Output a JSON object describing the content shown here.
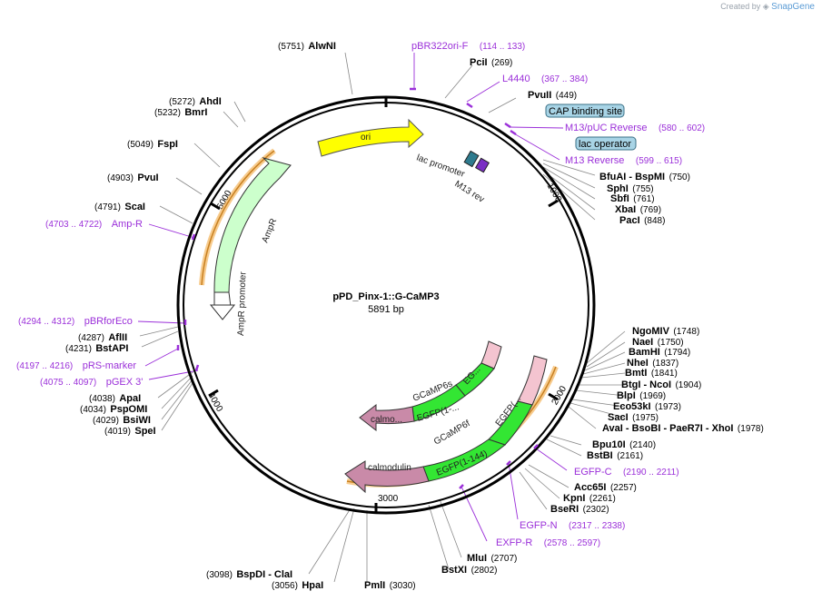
{
  "branding": {
    "created_by": "Created by",
    "app": "SnapGene"
  },
  "plasmid": {
    "name": "pPD_Pinx-1::G-CaMP3",
    "length_label": "5891 bp"
  },
  "ticks": [
    "1000",
    "2000",
    "3000",
    "4000",
    "5000"
  ],
  "enzymes": [
    {
      "name": "AlwNI",
      "pos": "(5751)"
    },
    {
      "name": "PciI",
      "pos": "(269)"
    },
    {
      "name": "PvuII",
      "pos": "(449)"
    },
    {
      "name": "BfuAI - BspMI",
      "pos": "(750)"
    },
    {
      "name": "SphI",
      "pos": "(755)"
    },
    {
      "name": "SbfI",
      "pos": "(761)"
    },
    {
      "name": "XbaI",
      "pos": "(769)"
    },
    {
      "name": "PacI",
      "pos": "(848)"
    },
    {
      "name": "NgoMIV",
      "pos": "(1748)"
    },
    {
      "name": "NaeI",
      "pos": "(1750)"
    },
    {
      "name": "BamHI",
      "pos": "(1794)"
    },
    {
      "name": "NheI",
      "pos": "(1837)"
    },
    {
      "name": "BmtI",
      "pos": "(1841)"
    },
    {
      "name": "BtgI - NcoI",
      "pos": "(1904)"
    },
    {
      "name": "BlpI",
      "pos": "(1969)"
    },
    {
      "name": "Eco53kI",
      "pos": "(1973)"
    },
    {
      "name": "SacI",
      "pos": "(1975)"
    },
    {
      "name": "AvaI - BsoBI - PaeR7I - XhoI",
      "pos": "(1978)"
    },
    {
      "name": "Bpu10I",
      "pos": "(2140)"
    },
    {
      "name": "BstBI",
      "pos": "(2161)"
    },
    {
      "name": "Acc65I",
      "pos": "(2257)"
    },
    {
      "name": "KpnI",
      "pos": "(2261)"
    },
    {
      "name": "BseRI",
      "pos": "(2302)"
    },
    {
      "name": "MluI",
      "pos": "(2707)"
    },
    {
      "name": "BstXI",
      "pos": "(2802)"
    },
    {
      "name": "PmlI",
      "pos": "(3030)"
    },
    {
      "name": "HpaI",
      "pos": "(3056)"
    },
    {
      "name": "BspDI - ClaI",
      "pos": "(3098)"
    },
    {
      "name": "SpeI",
      "pos": "(4019)"
    },
    {
      "name": "BsiWI",
      "pos": "(4029)"
    },
    {
      "name": "PspOMI",
      "pos": "(4034)"
    },
    {
      "name": "ApaI",
      "pos": "(4038)"
    },
    {
      "name": "BstAPI",
      "pos": "(4231)"
    },
    {
      "name": "AflII",
      "pos": "(4287)"
    },
    {
      "name": "ScaI",
      "pos": "(4791)"
    },
    {
      "name": "PvuI",
      "pos": "(4903)"
    },
    {
      "name": "FspI",
      "pos": "(5049)"
    },
    {
      "name": "BmrI",
      "pos": "(5232)"
    },
    {
      "name": "AhdI",
      "pos": "(5272)"
    }
  ],
  "primers": [
    {
      "name": "pBR322ori-F",
      "range": "(114 .. 133)"
    },
    {
      "name": "L4440",
      "range": "(367 .. 384)"
    },
    {
      "name": "M13/pUC Reverse",
      "range": "(580 .. 602)"
    },
    {
      "name": "M13 Reverse",
      "range": "(599 .. 615)"
    },
    {
      "name": "EGFP-C",
      "range": "(2190 .. 2211)"
    },
    {
      "name": "EGFP-N",
      "range": "(2317 .. 2338)"
    },
    {
      "name": "EXFP-R",
      "range": "(2578 .. 2597)"
    },
    {
      "name": "pGEX 3'",
      "range": "(4075 .. 4097)"
    },
    {
      "name": "pRS-marker",
      "range": "(4197 .. 4216)"
    },
    {
      "name": "pBRforEco",
      "range": "(4294 .. 4312)"
    },
    {
      "name": "Amp-R",
      "range": "(4703 .. 4722)"
    }
  ],
  "boxes": [
    "CAP binding site",
    "lac operator"
  ],
  "features": {
    "ori": "ori",
    "lac_promoter": "lac promoter",
    "m13_rev": "M13 rev",
    "ampr": "AmpR",
    "ampr_promoter": "AmpR promoter",
    "gcamp6s": "GCaMP6s",
    "egfp_inner": "EGFP(1-...",
    "eg_inner": "EG...",
    "calmo": "calmo...",
    "gcamp6f": "GCaMP6f",
    "egfp_outer": "EGFP(1-144)",
    "egfp_outer2": "EGFP(...",
    "calmodulin": "calmodulin"
  },
  "colors": {
    "primer": "#9b30d9",
    "ori": "#ffff00",
    "ampr": "#ccffcc",
    "egfp": "#33e633",
    "calmodulin": "#c98aa8",
    "orange": "#f0a030",
    "box": "#a8d4e6"
  }
}
